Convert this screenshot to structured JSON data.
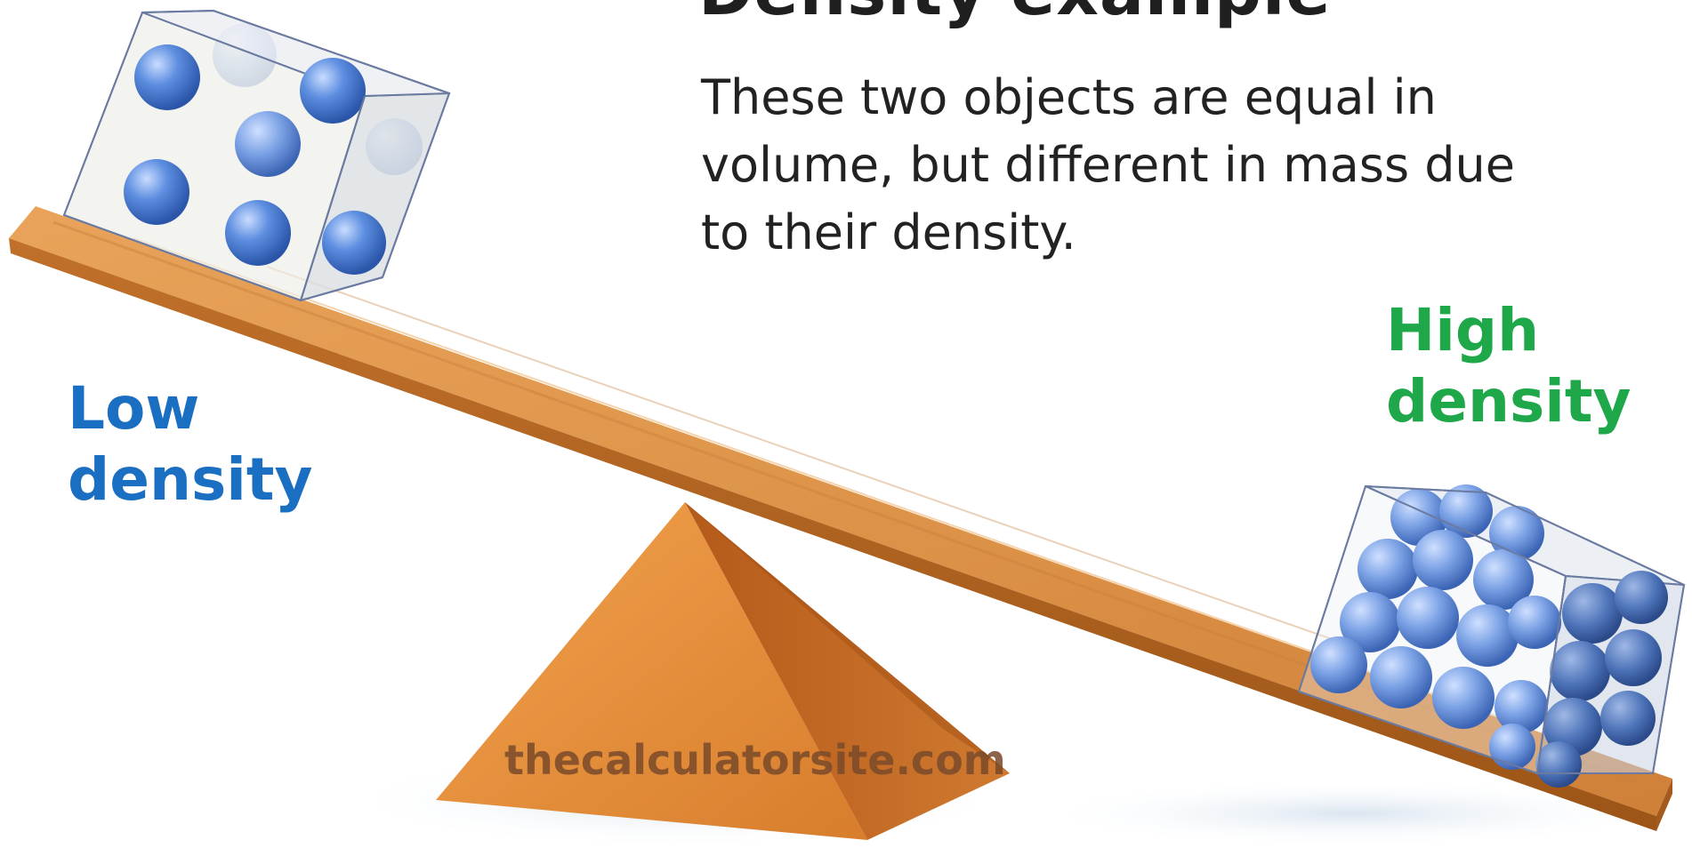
{
  "title": "Density example",
  "description": "These two objects are equal in volume, but different in mass due to their density.",
  "low_label": {
    "line1": "Low",
    "line2": "density"
  },
  "high_label": {
    "line1": "High",
    "line2": "density"
  },
  "watermark": "thecalculatorsite.com",
  "colors": {
    "low_label": "#1a6fc2",
    "high_label": "#1ea84a",
    "watermark": "#7a4a2a",
    "plank": "#d98f45",
    "fulcrum": "#cf7a2c",
    "ball": "#4f7fd6"
  },
  "icons": {
    "left_cube": "transparent-cube-with-few-balls",
    "right_cube": "transparent-cube-packed-with-balls",
    "seesaw": "wooden-seesaw-plank",
    "fulcrum": "wooden-pyramid-fulcrum"
  }
}
